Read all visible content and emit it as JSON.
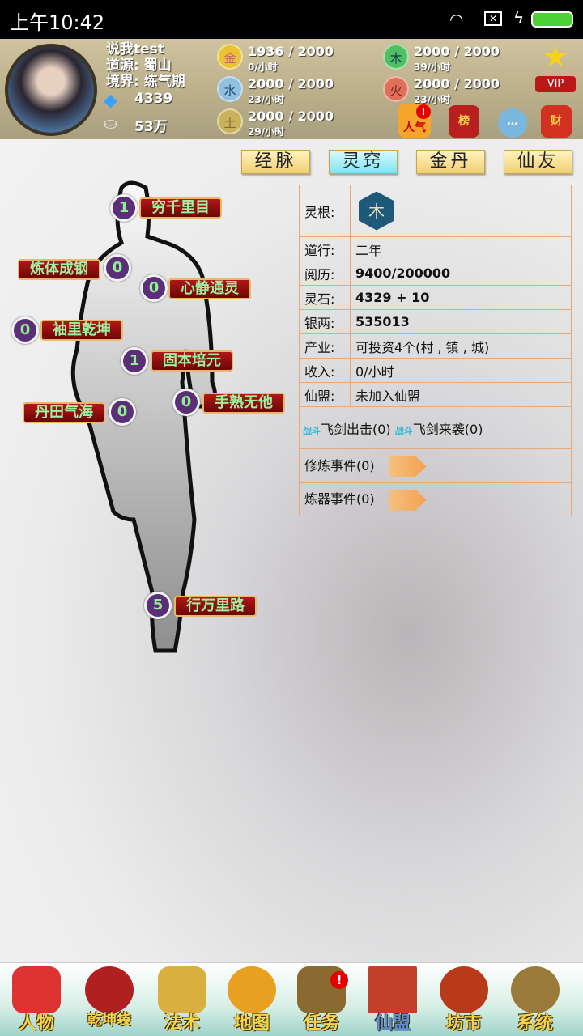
{
  "status": {
    "time": "上午10:42"
  },
  "header": {
    "name": "说我test",
    "origin": "道源: 蜀山",
    "realm": "境界: 练气期",
    "diamonds": "4339",
    "silver": "53万",
    "elements": [
      {
        "char": "金",
        "value": "1936 / 2000",
        "rate": "0/小时",
        "color": "#e8c431"
      },
      {
        "char": "木",
        "value": "2000 / 2000",
        "rate": "39/小时",
        "color": "#4fc062"
      },
      {
        "char": "水",
        "value": "2000 / 2000",
        "rate": "23/小时",
        "color": "#8fc0e0"
      },
      {
        "char": "火",
        "value": "2000 / 2000",
        "rate": "23/小时",
        "color": "#e0705a"
      },
      {
        "char": "土",
        "value": "2000 / 2000",
        "rate": "29/小时",
        "color": "#c9b25a"
      }
    ],
    "vip": "VIP",
    "icons": {
      "popularity": "人气",
      "scroll": "榜",
      "wealth": "财"
    }
  },
  "tabs": [
    {
      "label": "经脉"
    },
    {
      "label": "灵窍",
      "active": true
    },
    {
      "label": "金丹"
    },
    {
      "label": "仙友"
    }
  ],
  "meridians": [
    {
      "name": "穷千里目",
      "level": "1"
    },
    {
      "name": "炼体成钢",
      "level": "0"
    },
    {
      "name": "心静通灵",
      "level": "0"
    },
    {
      "name": "袖里乾坤",
      "level": "0"
    },
    {
      "name": "固本培元",
      "level": "1"
    },
    {
      "name": "丹田气海",
      "level": "0"
    },
    {
      "name": "手熟无他",
      "level": "0"
    },
    {
      "name": "行万里路",
      "level": "5"
    }
  ],
  "info": {
    "root_label": "灵根:",
    "root_char": "木",
    "rows": [
      {
        "k": "道行:",
        "v": "二年"
      },
      {
        "k": "阅历:",
        "v": "9400/200000"
      },
      {
        "k": "灵石:",
        "v": "4329 + 10"
      },
      {
        "k": "银两:",
        "v": "535013"
      },
      {
        "k": "产业:",
        "v": "可投资4个(村 , 镇 , 城)"
      },
      {
        "k": "收入:",
        "v": "0/小时"
      },
      {
        "k": "仙盟:",
        "v": "未加入仙盟"
      }
    ],
    "battle_icon": "战斗",
    "sword_out": "飞剑出击(0)",
    "sword_in": "飞剑来袭(0)",
    "cultivate_events": "修炼事件(0)",
    "forge_events": "炼器事件(0)"
  },
  "nav": [
    {
      "label": "人物",
      "color": "#d33"
    },
    {
      "label": "乾坤袋",
      "color": "#b02020"
    },
    {
      "label": "法术",
      "color": "#d9b040"
    },
    {
      "label": "地图",
      "color": "#e8a020"
    },
    {
      "label": "任务",
      "color": "#8a6a30",
      "badge": "!"
    },
    {
      "label": "仙盟",
      "color": "#c0402a"
    },
    {
      "label": "坊市",
      "color": "#b83a18"
    },
    {
      "label": "系统",
      "color": "#9a7a3a"
    }
  ]
}
